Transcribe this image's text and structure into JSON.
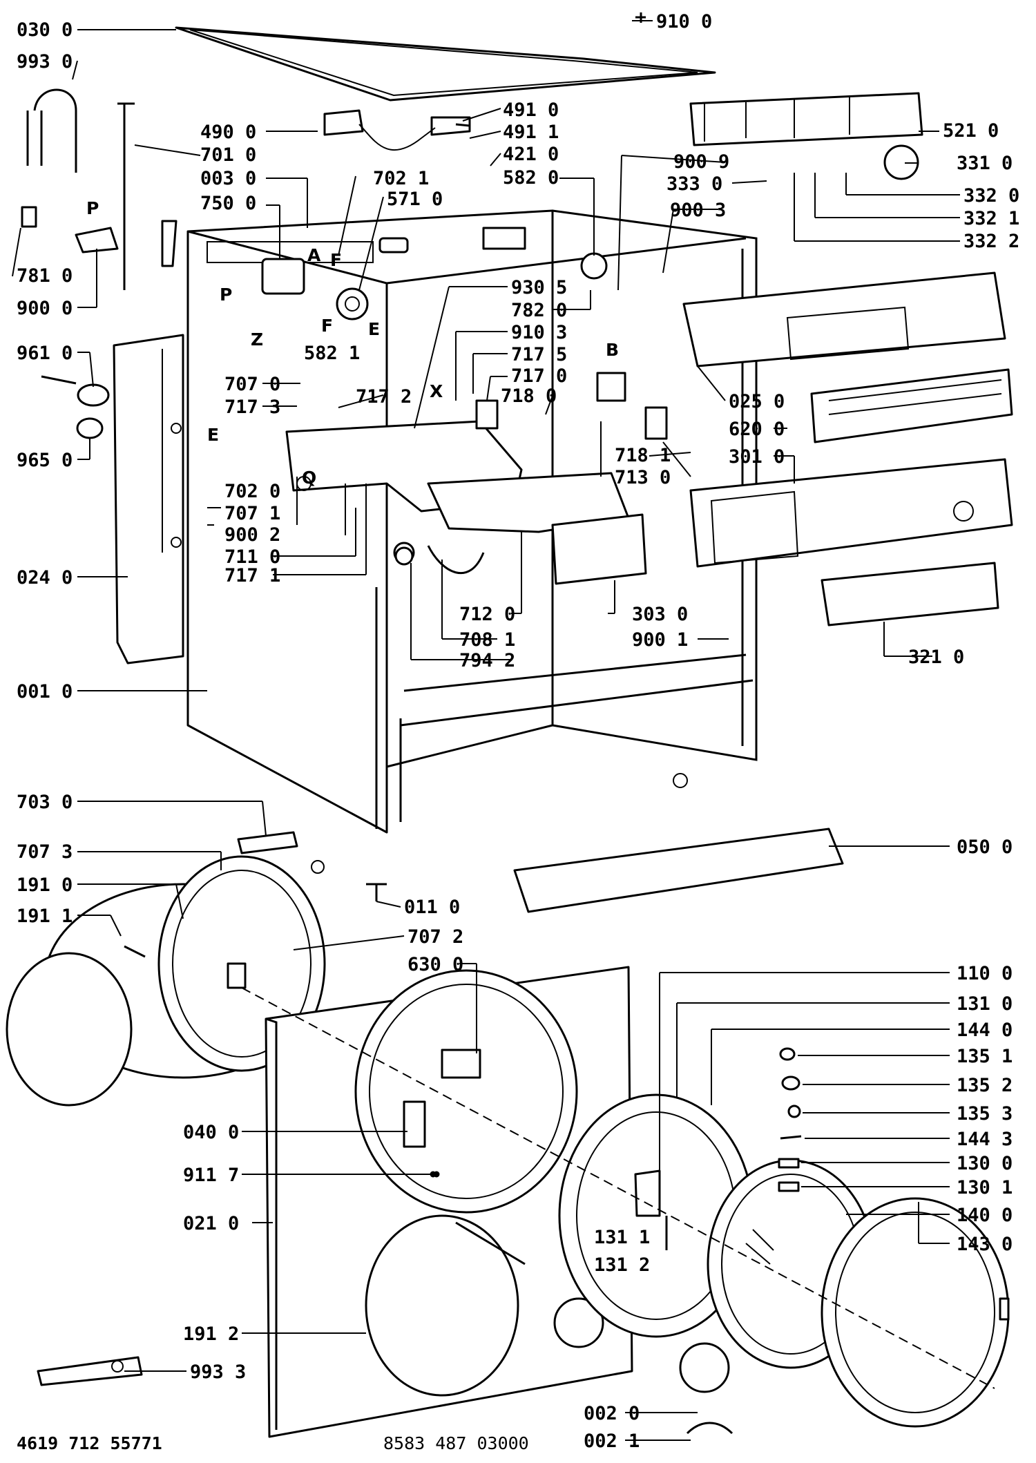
{
  "labels": {
    "l030_0": "030 0",
    "l993_0": "993 0",
    "l910_0": "910 0",
    "l491_0": "491 0",
    "l491_1": "491 1",
    "l421_0": "421 0",
    "l582_0": "582 0",
    "l521_0": "521 0",
    "l490_0": "490 0",
    "l701_0": "701 0",
    "l003_0": "003 0",
    "l750_0": "750 0",
    "l702_1": "702 1",
    "l571_0": "571 0",
    "l900_9": "900 9",
    "l333_0": "333 0",
    "l331_0": "331 0",
    "l332_0": "332 0",
    "l332_1": "332 1",
    "l332_2": "332 2",
    "l900_3": "900 3",
    "l781_0": "781 0",
    "l900_0": "900 0",
    "l930_5": "930 5",
    "l782_0": "782 0",
    "l582_1": "582 1",
    "l910_3": "910 3",
    "l717_5": "717 5",
    "l717_0": "717 0",
    "l718_0": "718 0",
    "l961_0": "961 0",
    "l707_0": "707 0",
    "l717_3": "717 3",
    "l717_2": "717 2",
    "l025_0": "025 0",
    "l620_0": "620 0",
    "l965_0": "965 0",
    "l702_0": "702 0",
    "l707_1": "707 1",
    "l900_2": "900 2",
    "l711_0": "711 0",
    "l717_1": "717 1",
    "l718_1": "718 1",
    "l713_0": "713 0",
    "l301_0": "301 0",
    "l024_0": "024 0",
    "l712_0": "712 0",
    "l303_0": "303 0",
    "l708_1": "708 1",
    "l900_1": "900 1",
    "l794_2": "794 2",
    "l321_0": "321 0",
    "l001_0": "001 0",
    "l703_0": "703 0",
    "l707_3": "707 3",
    "l191_0": "191 0",
    "l191_1": "191 1",
    "l050_0": "050 0",
    "l011_0": "011 0",
    "l707_2": "707 2",
    "l630_0": "630 0",
    "l110_0": "110 0",
    "l131_0": "131 0",
    "l144_0": "144 0",
    "l135_1": "135 1",
    "l135_2": "135 2",
    "l135_3": "135 3",
    "l040_0": "040 0",
    "l144_3": "144 3",
    "l130_0": "130 0",
    "l911_7": "911 7",
    "l130_1": "130 1",
    "l021_0": "021 0",
    "l140_0": "140 0",
    "l143_0": "143 0",
    "l131_1": "131 1",
    "l131_2": "131 2",
    "l191_2": "191 2",
    "l993_3": "993 3",
    "l002_0": "002 0",
    "l002_1": "002 1"
  },
  "letters": {
    "P1": "P",
    "P2": "P",
    "A": "A",
    "F1": "F",
    "F2": "F",
    "E1": "E",
    "E2": "E",
    "Z": "Z",
    "B": "B",
    "X": "X",
    "Q": "Q"
  },
  "footer": {
    "left": "4619 712 55771",
    "center": "8583 487 03000"
  }
}
